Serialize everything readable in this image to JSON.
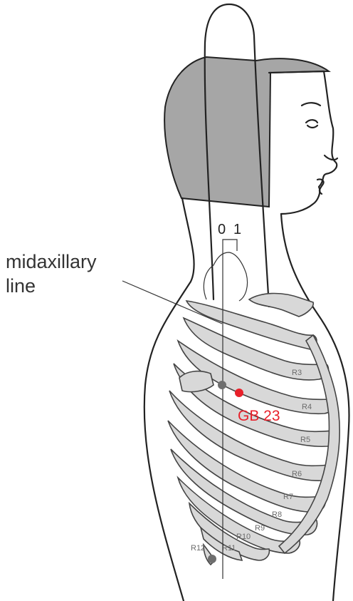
{
  "callout": {
    "line1": "midaxillary",
    "line2": "line"
  },
  "scale": {
    "zero": "0",
    "one": "1"
  },
  "acupoint": {
    "label": "GB 23",
    "color": "#e8202a"
  },
  "ribs": [
    "R3",
    "R4",
    "R5",
    "R6",
    "R7",
    "R8",
    "R9",
    "R10",
    "R11",
    "R12"
  ]
}
